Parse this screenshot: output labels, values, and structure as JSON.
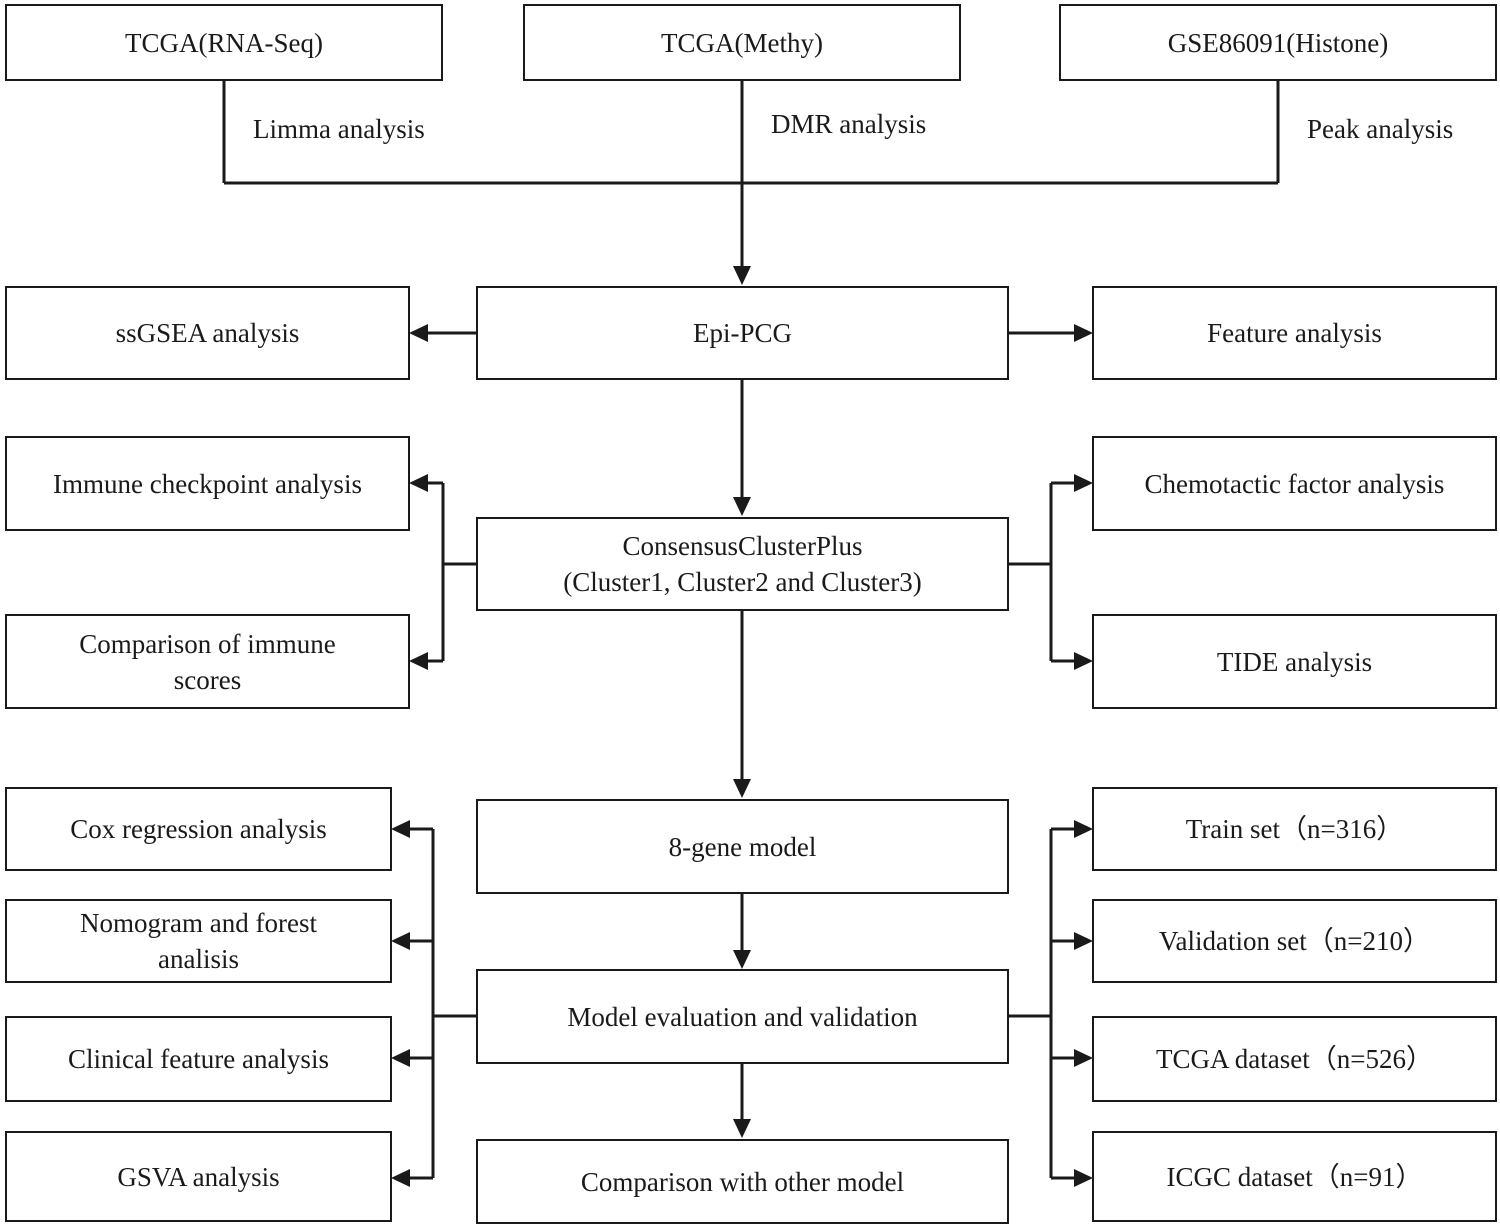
{
  "sources": {
    "rnaseq": "TCGA(RNA-Seq)",
    "methy": "TCGA(Methy)",
    "histone": "GSE86091(Histone)"
  },
  "analyses": {
    "limma": "Limma analysis",
    "dmr": "DMR analysis",
    "peak": "Peak analysis"
  },
  "epi": {
    "center": "Epi-PCG",
    "left": "ssGSEA analysis",
    "right": "Feature analysis"
  },
  "cluster": {
    "line1": "ConsensusClusterPlus",
    "line2": "(Cluster1, Cluster2 and Cluster3)",
    "left_top": "Immune checkpoint analysis",
    "left_bottom_line1": "Comparison of immune",
    "left_bottom_line2": "scores",
    "right_top": "Chemotactic factor analysis",
    "right_bottom": "TIDE analysis"
  },
  "model": {
    "gene_model": "8-gene model",
    "evaluation": "Model evaluation and validation",
    "comparison": "Comparison with other model"
  },
  "left_analyses": {
    "cox": "Cox regression analysis",
    "nomogram_line1": "Nomogram and forest",
    "nomogram_line2": "analisis",
    "clinical": "Clinical feature analysis",
    "gsva": "GSVA analysis"
  },
  "datasets": {
    "train": "Train set（n=316）",
    "validation": "Validation set（n=210）",
    "tcga": "TCGA dataset（n=526）",
    "icgc": "ICGC dataset（n=91）"
  }
}
